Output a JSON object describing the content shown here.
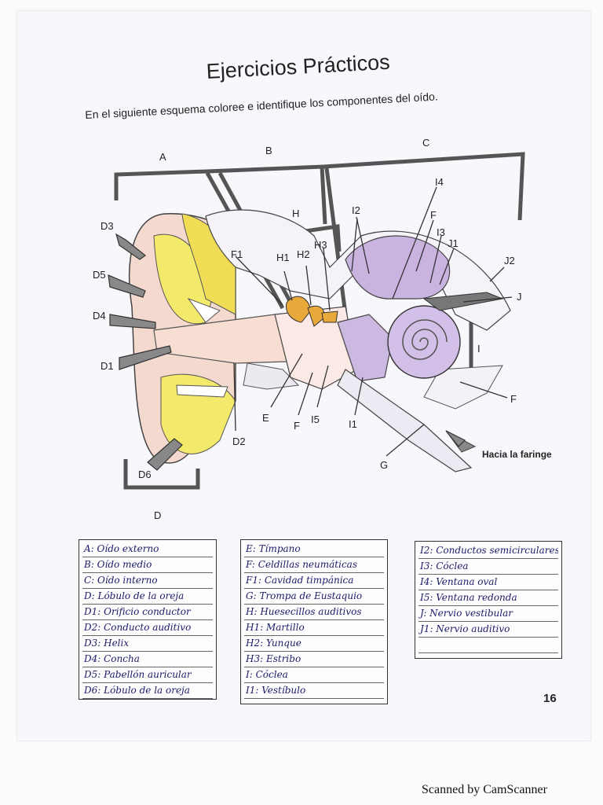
{
  "page": {
    "title": "Ejercicios Prácticos",
    "subtitle": "En el siguiente esquema coloree e identifique los componentes del oído.",
    "page_number": "16",
    "scanner_text": "Scanned by CamScanner"
  },
  "diagram": {
    "labels": {
      "A": "A",
      "B": "B",
      "C": "C",
      "D": "D",
      "D1": "D1",
      "D2": "D2",
      "D3": "D3",
      "D4": "D4",
      "D5": "D5",
      "D6": "D6",
      "E": "E",
      "F": "F",
      "F_right": "F",
      "F_bottom": "F",
      "F1": "F1",
      "G": "G",
      "H": "H",
      "H1": "H1",
      "H2": "H2",
      "H3": "H3",
      "I": "I",
      "I1": "I1",
      "I2": "I2",
      "I3": "I3",
      "I4": "I4",
      "I5": "I5",
      "J": "J",
      "J1": "J1",
      "J2": "J2",
      "faringe": "Hacia la faringe"
    }
  },
  "answers": {
    "col1": [
      "A: Oído externo",
      "B: Oído medio",
      "C: Oído interno",
      "D: Lóbulo de la oreja",
      "D1: Orificio conductor",
      "D2: Conducto auditivo",
      "D3: Helix",
      "D4: Concha",
      "D5: Pabellón auricular",
      "D6: Lóbulo de la oreja"
    ],
    "col2": [
      "E: Tímpano",
      "F: Celdillas neumáticas",
      "F1: Cavidad timpánica",
      "G: Trompa de Eustaquio",
      "H: Huesecillos auditivos",
      "H1: Martillo",
      "H2: Yunque",
      "H3: Estribo",
      "I: Cóclea",
      "I1: Vestíbulo"
    ],
    "col3": [
      "I2: Conductos semicirculares",
      "I3: Cóclea",
      "I4: Ventana oval",
      "I5: Ventana redonda",
      "J: Nervio vestibular",
      "J1: Nervio auditivo",
      ""
    ]
  }
}
